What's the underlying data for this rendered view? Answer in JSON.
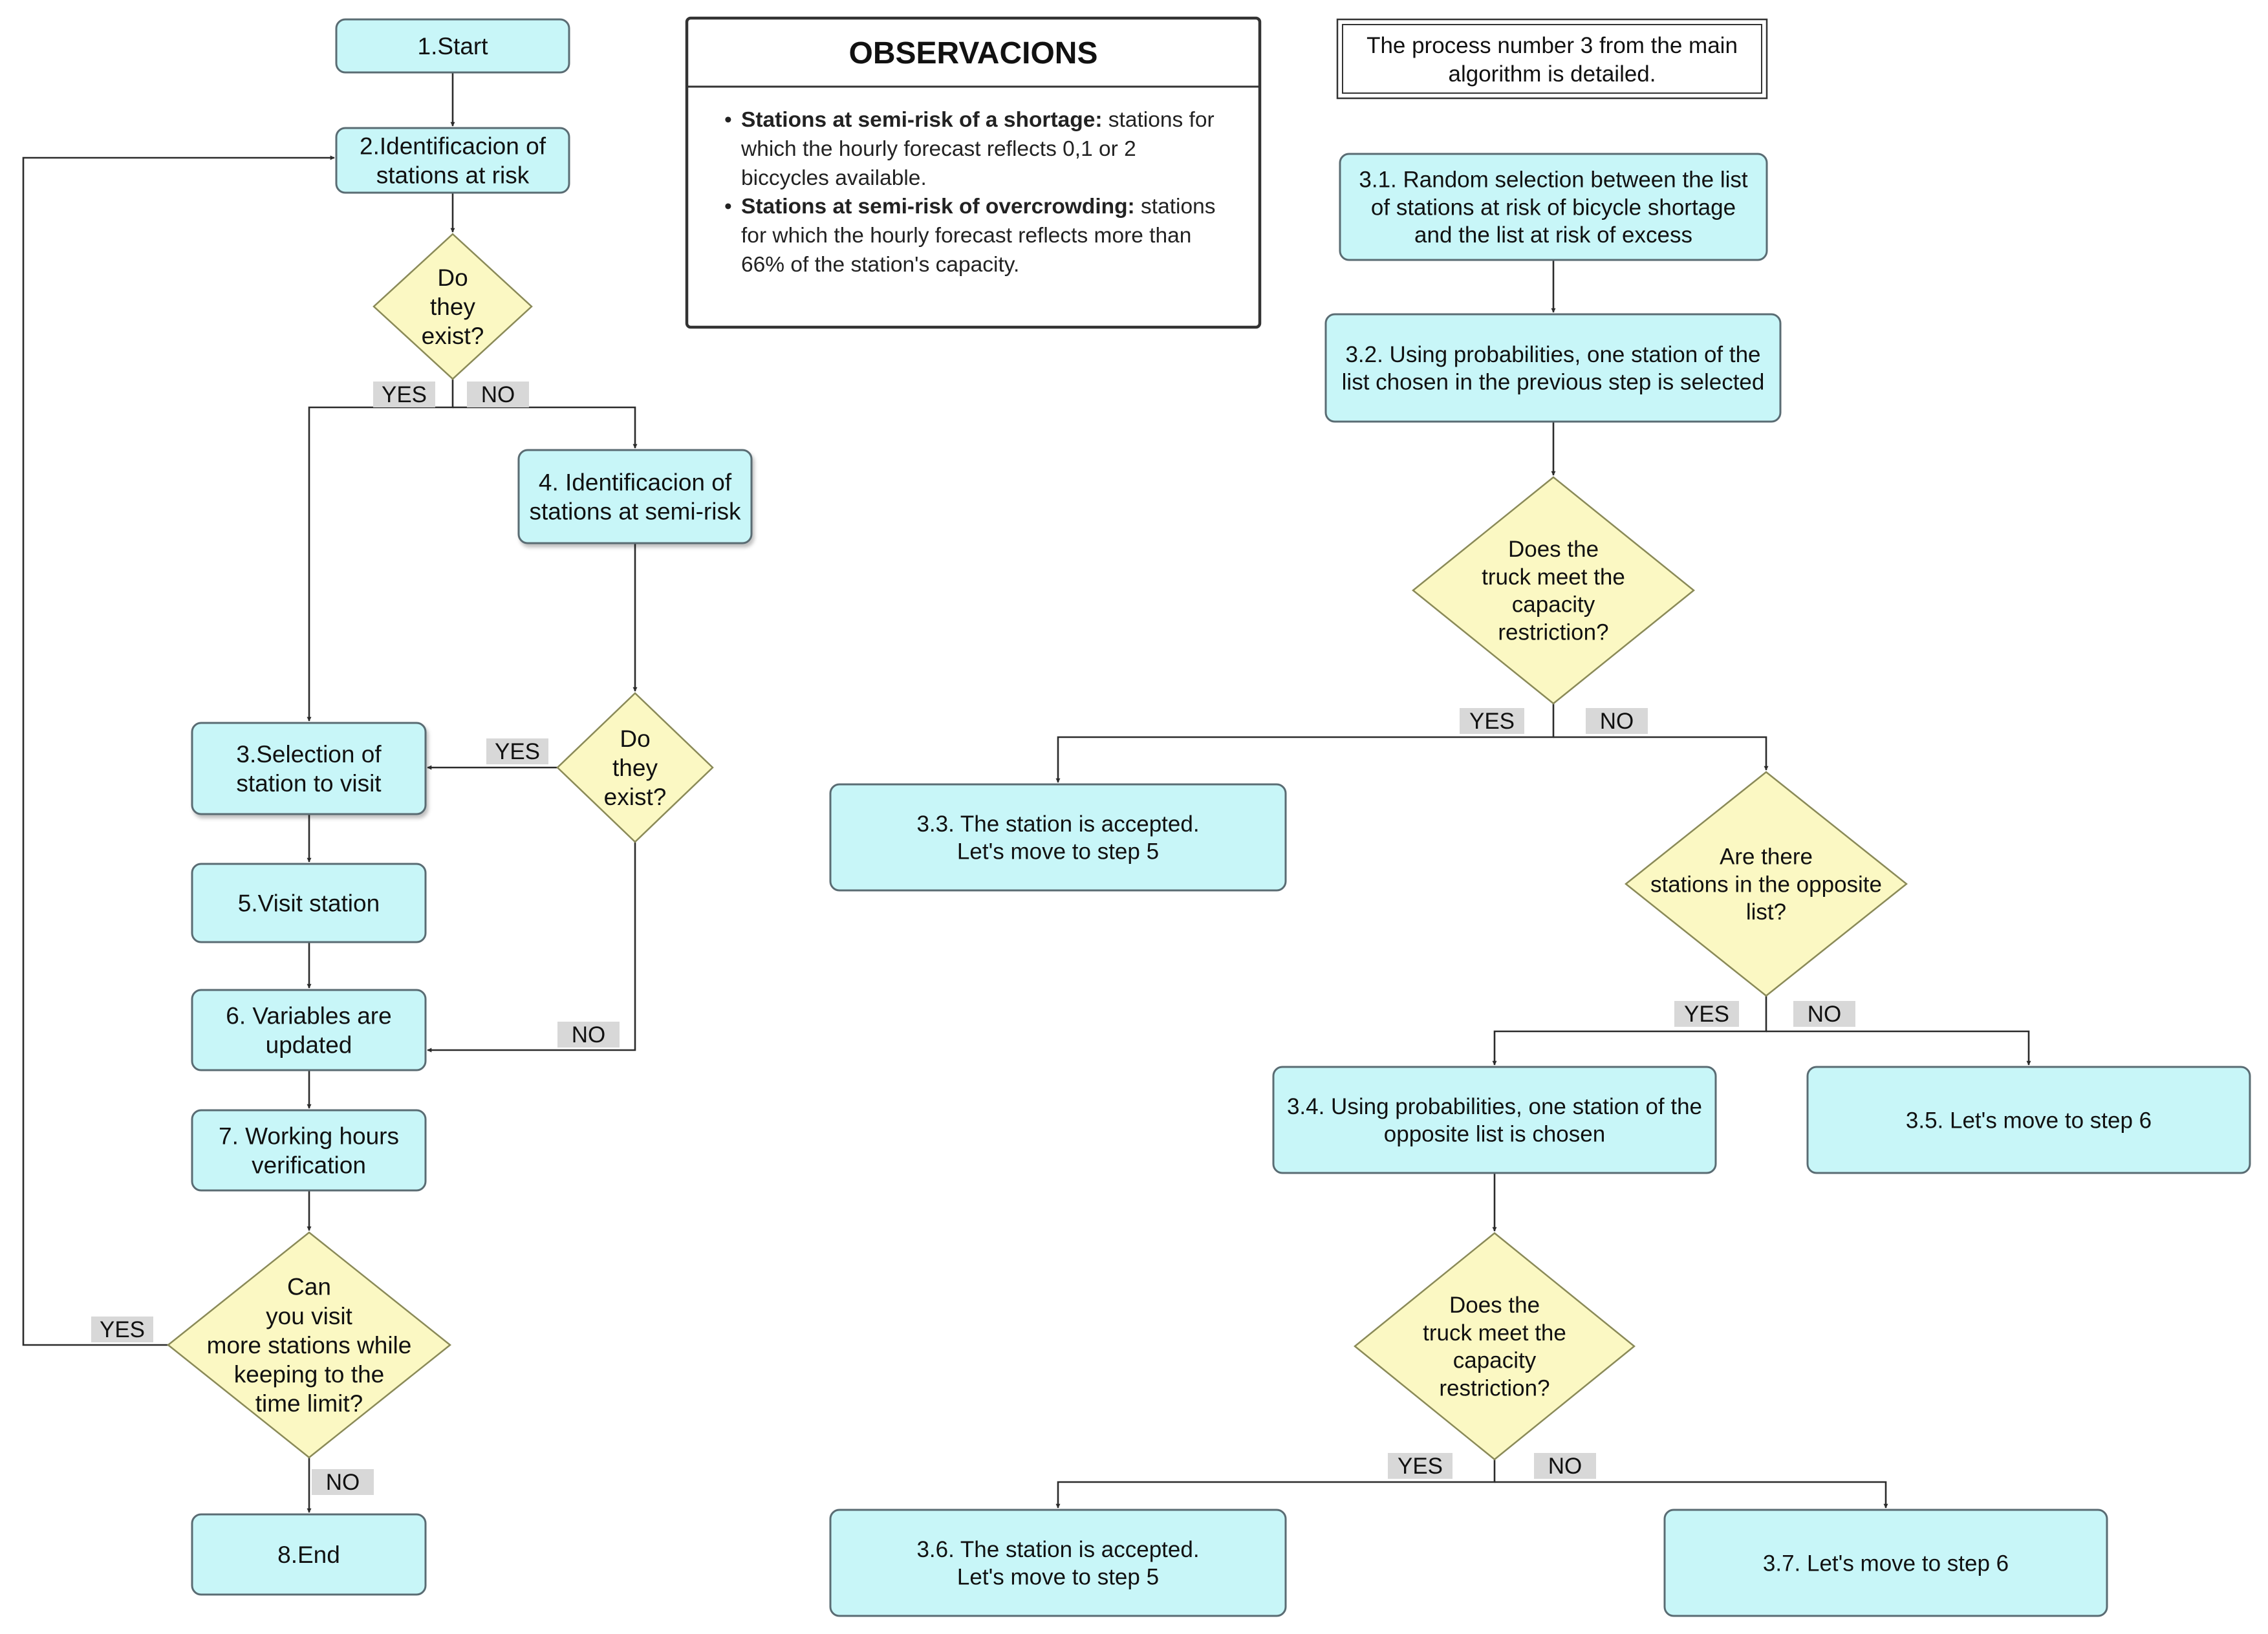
{
  "note": {
    "lines": [
      "The process number 3 from the main",
      "algorithm is detailed."
    ]
  },
  "observations": {
    "title": "OBSERVACIONS",
    "items": [
      {
        "bold": "Stations at semi-risk of a shortage:",
        "lines": [
          "stations for",
          "which the hourly forecast reflects 0,1 or 2",
          "biccycles available."
        ]
      },
      {
        "bold": "Stations at semi-risk of overcrowding:",
        "lines": [
          "stations",
          "for which the hourly forecast reflects more than",
          "66% of the station's capacity."
        ]
      }
    ]
  },
  "nodes": [
    {
      "id": "start",
      "lines": [
        "1.Start"
      ]
    },
    {
      "id": "identify-risk",
      "lines": [
        "2.Identificacion of",
        "stations at risk"
      ]
    },
    {
      "id": "exist-1",
      "lines": [
        "Do",
        "they",
        "exist?"
      ]
    },
    {
      "id": "identify-semi-risk",
      "lines": [
        "4. Identificacion of",
        "stations at semi-risk"
      ]
    },
    {
      "id": "exist-2",
      "lines": [
        "Do",
        "they",
        "exist?"
      ]
    },
    {
      "id": "select-station",
      "lines": [
        "3.Selection of",
        "station to visit"
      ]
    },
    {
      "id": "visit-station",
      "lines": [
        "5.Visit station"
      ]
    },
    {
      "id": "update-variables",
      "lines": [
        "6. Variables are",
        "updated"
      ]
    },
    {
      "id": "hours-verification",
      "lines": [
        "7. Working hours",
        "verification"
      ]
    },
    {
      "id": "more-stations",
      "lines": [
        "Can",
        "you visit",
        "more stations while",
        "keeping to the",
        "time limit?"
      ]
    },
    {
      "id": "end",
      "lines": [
        "8.End"
      ]
    },
    {
      "id": "step-3-1",
      "lines": [
        "3.1. Random selection between the list",
        "of stations at risk of bicycle shortage",
        "and the list at risk of excess"
      ]
    },
    {
      "id": "step-3-2",
      "lines": [
        "3.2. Using probabilities, one station of the",
        "list chosen in the previous step is selected"
      ]
    },
    {
      "id": "capacity-1",
      "lines": [
        "Does the",
        "truck meet the",
        "capacity",
        "restriction?"
      ]
    },
    {
      "id": "step-3-3",
      "lines": [
        "3.3. The station is accepted.",
        "Let's move to step 5"
      ]
    },
    {
      "id": "opposite-list",
      "lines": [
        "Are there",
        "stations in the opposite",
        "list?"
      ]
    },
    {
      "id": "step-3-4",
      "lines": [
        "3.4. Using probabilities, one station of the",
        "opposite list is chosen"
      ]
    },
    {
      "id": "step-3-5",
      "lines": [
        "3.5. Let's move to step 6"
      ]
    },
    {
      "id": "capacity-2",
      "lines": [
        "Does the",
        "truck meet the",
        "capacity",
        "restriction?"
      ]
    },
    {
      "id": "step-3-6",
      "lines": [
        "3.6. The station is accepted.",
        "Let's move to step 5"
      ]
    },
    {
      "id": "step-3-7",
      "lines": [
        "3.7. Let's move to step 6"
      ]
    }
  ],
  "edge_labels": [
    {
      "id": "exist-1-yes",
      "text": "YES"
    },
    {
      "id": "exist-1-no",
      "text": "NO"
    },
    {
      "id": "exist-2-yes",
      "text": "YES"
    },
    {
      "id": "exist-2-no",
      "text": "NO"
    },
    {
      "id": "more-stations-yes",
      "text": "YES"
    },
    {
      "id": "more-stations-no",
      "text": "NO"
    },
    {
      "id": "capacity-1-yes",
      "text": "YES"
    },
    {
      "id": "capacity-1-no",
      "text": "NO"
    },
    {
      "id": "opposite-list-yes",
      "text": "YES"
    },
    {
      "id": "opposite-list-no",
      "text": "NO"
    },
    {
      "id": "capacity-2-yes",
      "text": "YES"
    },
    {
      "id": "capacity-2-no",
      "text": "NO"
    }
  ]
}
